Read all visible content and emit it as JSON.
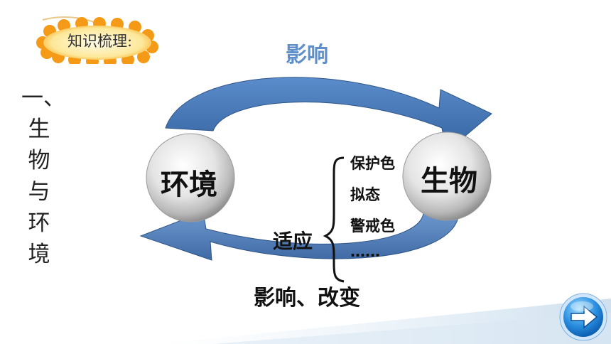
{
  "badge": {
    "label": "知识梳理:"
  },
  "side_title": [
    "一、",
    "生",
    "物",
    "与",
    "环",
    "境"
  ],
  "diagram": {
    "top_arrow_label": "影响",
    "bottom_arrow_label": "影响、改变",
    "left_node": "环境",
    "right_node": "生物",
    "adapt_label": "适应",
    "examples": [
      "保护色",
      "拟态",
      "警戒色",
      "……"
    ]
  },
  "colors": {
    "top_arrow": "#4a7ab8",
    "bottom_arrow": "#5a8bc4",
    "label_blue": "#5f8fc8",
    "badge_orange": "#f5a623"
  },
  "icons": {
    "next": "right-arrow-icon"
  }
}
